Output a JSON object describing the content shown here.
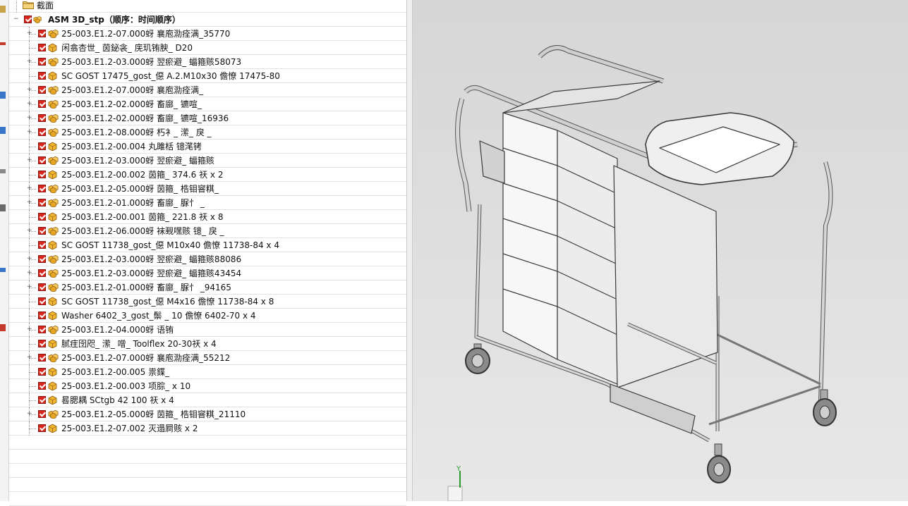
{
  "tree": {
    "section_label": "截面",
    "root_label": "ASM 3D_stp（顺序：时间顺序）",
    "items": [
      {
        "label": "25-003.E1.2-07.000蚜 襄庖泐痊满_35770",
        "expandable": true,
        "multi": true
      },
      {
        "label": "闲翕杏世_ 茵鉍衾_ 庑玑铕腴_ D20",
        "expandable": false,
        "multi": false
      },
      {
        "label": "25-003.E1.2-03.000蚜 翌瘀避_ 蝠箍赅58073",
        "expandable": true,
        "multi": true
      },
      {
        "label": "SC GOST 17475_gost_僫    A.2.M10x30 儋憭 17475-80",
        "expandable": false,
        "multi": false
      },
      {
        "label": "25-003.E1.2-07.000蚜 襄庖泐痊满_",
        "expandable": true,
        "multi": true
      },
      {
        "label": "25-003.E1.2-02.000蚜 畜廍_ 镳喧_",
        "expandable": true,
        "multi": true
      },
      {
        "label": "25-003.E1.2-02.000蚜 畜廍_ 镳喧_16936",
        "expandable": true,
        "multi": true
      },
      {
        "label": "25-003.E1.2-08.000蚜 朽衤_ 潆_ 戾   _",
        "expandable": true,
        "multi": true
      },
      {
        "label": "25-003.E1.2-00.004 丸雎栝 镱滗铐",
        "expandable": false,
        "multi": false
      },
      {
        "label": "25-003.E1.2-03.000蚜 翌瘀避_ 蝠箍赅",
        "expandable": true,
        "multi": true
      },
      {
        "label": "25-003.E1.2-00.002 茵箍_ 374.6 祆 x 2",
        "expandable": false,
        "multi": false
      },
      {
        "label": "25-003.E1.2-05.000蚜 茵箍_ 梏钼窨粸_",
        "expandable": true,
        "multi": true
      },
      {
        "label": "25-003.E1.2-01.000蚜 畜廍_ 脲忄 _",
        "expandable": true,
        "multi": true
      },
      {
        "label": "25-003.E1.2-00.001 茵箍_ 221.8 祆 x 8",
        "expandable": false,
        "multi": false
      },
      {
        "label": "25-003.E1.2-06.000蚜 袜觋嘿赅 镱_ 戾   _",
        "expandable": true,
        "multi": true
      },
      {
        "label": "SC GOST 11738_gost_僫    M10x40 儋憭 11738-84 x 4",
        "expandable": false,
        "multi": false
      },
      {
        "label": "25-003.E1.2-03.000蚜 翌瘀避_ 蝠箍赅88086",
        "expandable": true,
        "multi": true
      },
      {
        "label": "25-003.E1.2-03.000蚜 翌瘀避_ 蝠箍赅43454",
        "expandable": true,
        "multi": true
      },
      {
        "label": "25-003.E1.2-01.000蚜 畜廍_ 脲忄 _94165",
        "expandable": true,
        "multi": true
      },
      {
        "label": "SC GOST 11738_gost_僫    M4x16 儋憭 11738-84 x 8",
        "expandable": false,
        "multi": false
      },
      {
        "label": "Washer 6402_3_gost_鬃   _ 10 儋憭 6402-70 x 4",
        "expandable": false,
        "multi": false
      },
      {
        "label": "25-003.E1.2-04.000蚜 语铕",
        "expandable": true,
        "multi": true
      },
      {
        "label": "腻疰囹咫_ 潆_    噌_ Toolflex 20-30祆 x 4",
        "expandable": false,
        "multi": false
      },
      {
        "label": "25-003.E1.2-07.000蚜 襄庖泐痊满_55212",
        "expandable": true,
        "multi": true
      },
      {
        "label": "25-003.E1.2-00.005 祟鍱_",
        "expandable": false,
        "multi": false
      },
      {
        "label": "25-003.E1.2-00.003 项腙_ x 10",
        "expandable": false,
        "multi": false
      },
      {
        "label": "晷腮耦 SCtgb 42 100 祆 x 4",
        "expandable": false,
        "multi": false
      },
      {
        "label": "25-003.E1.2-05.000蚜 茵箍_ 梏钼窨粸_21110",
        "expandable": true,
        "multi": true
      },
      {
        "label": "25-003.E1.2-07.002 灭遢屙赅 x 2",
        "expandable": false,
        "multi": false
      }
    ]
  },
  "viewport": {
    "model_icon": "cart-assembly-model",
    "axis_label": "Y"
  },
  "colors": {
    "check": "#d9261c",
    "part_box": "#f2b533",
    "background_top": "#d6d6d6",
    "background_bottom": "#e8e8e8"
  }
}
